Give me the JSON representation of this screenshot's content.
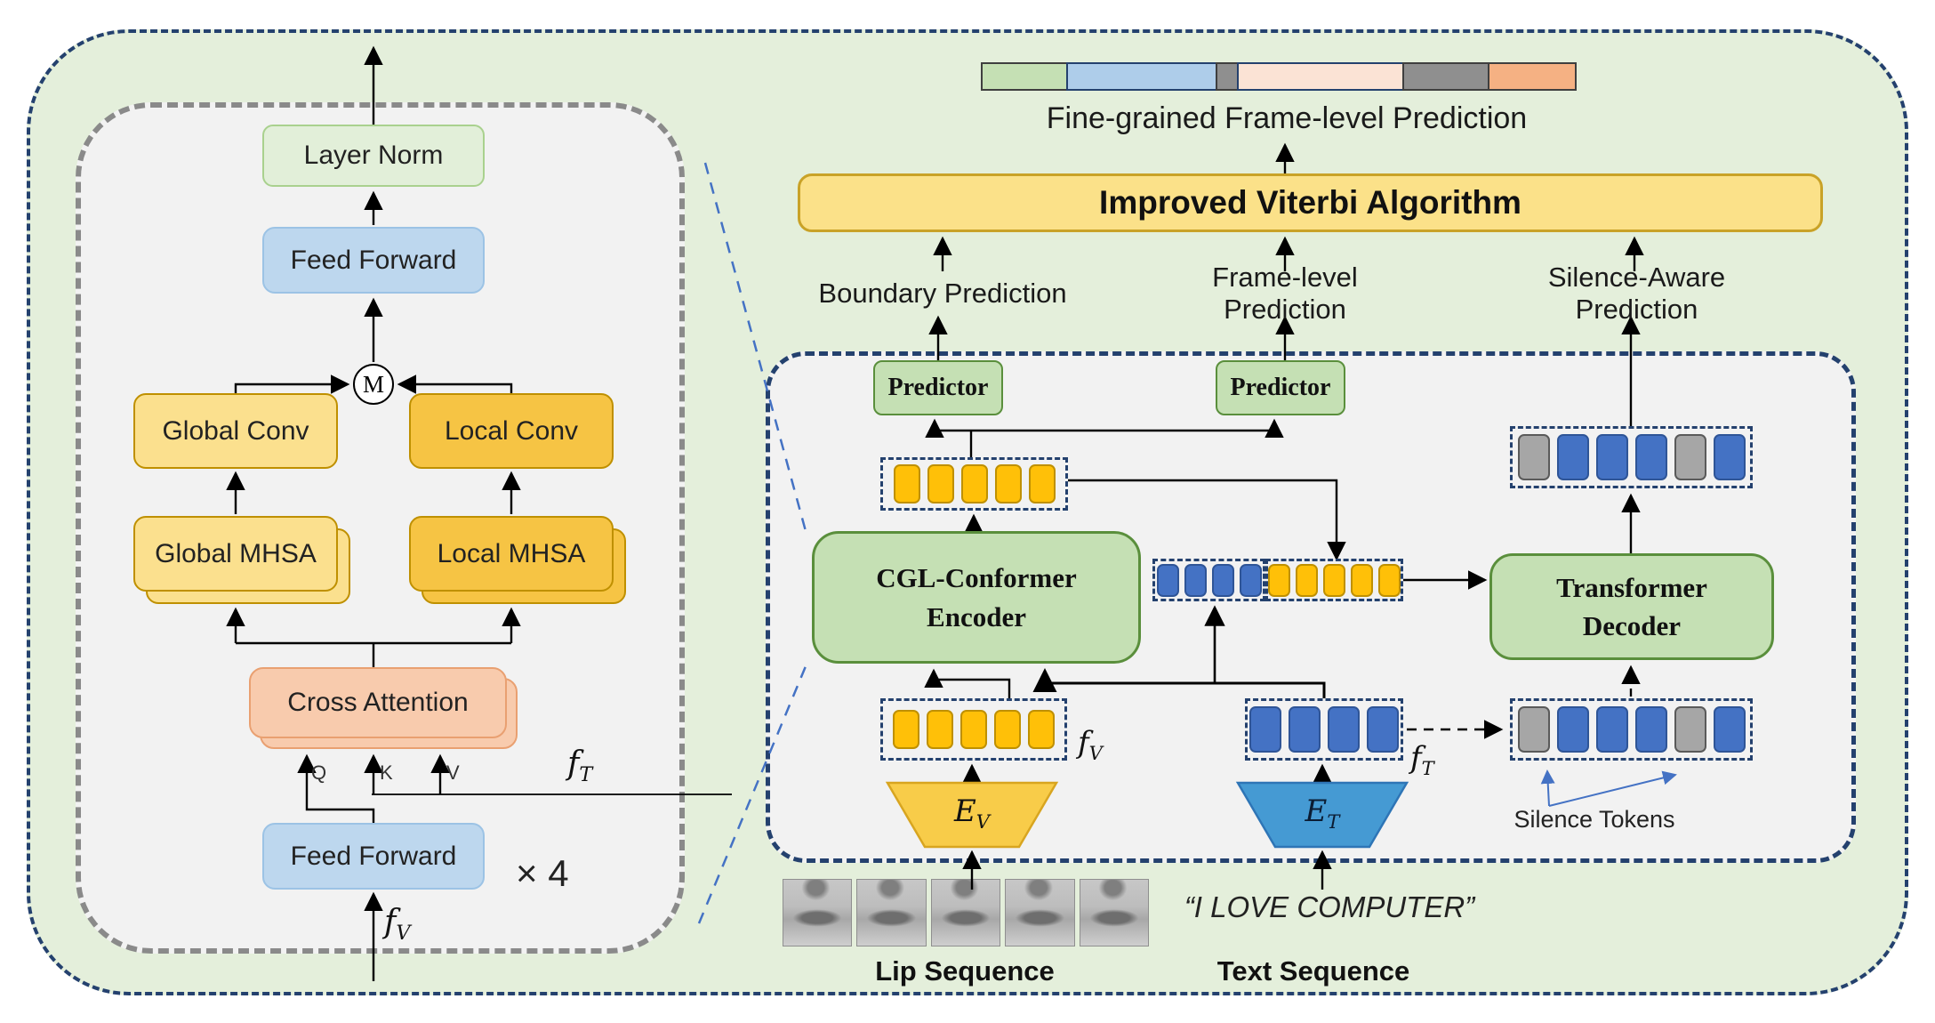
{
  "colors": {
    "outer_bg": "#E4EFDB",
    "navy": "#24416E",
    "panel_bg": "#F2F2F2",
    "panel_border_gray": "#8A8A8A",
    "green_box": "#C5E0B4",
    "green_border": "#5A8F3C",
    "lightgreen_box": "#E2EFD9",
    "blue_box": "#BDD7EE",
    "yellow_light": "#FBE08E",
    "yellow_dark": "#F6C444",
    "yellow_border": "#BF9000",
    "peach_box": "#F8CBAD",
    "viterbi_fill": "#FBE189",
    "viterbi_border": "#C9A227",
    "annot_blue": "#4472C4"
  },
  "token_colors": {
    "orange": {
      "fill": "#FFC008",
      "border": "#BF9000"
    },
    "blue": {
      "fill": "#4472C4",
      "border": "#2F5597"
    },
    "gray": {
      "fill": "#A6A6A6",
      "border": "#5A5A5A"
    }
  },
  "conformer": {
    "layer_norm": "Layer Norm",
    "feed_forward_top": "Feed Forward",
    "merge_symbol": "M",
    "global_conv": "Global Conv",
    "local_conv": "Local Conv",
    "global_mhsa": "Global MHSA",
    "local_mhsa": "Local MHSA",
    "cross_attention": "Cross Attention",
    "feed_forward_bottom": "Feed Forward",
    "q": "Q",
    "k": "K",
    "v": "V",
    "multiplier": "× 4",
    "f_v": {
      "base": "f",
      "sub": "V"
    },
    "f_t": {
      "base": "f",
      "sub": "T"
    }
  },
  "top": {
    "fine_grained_label": "Fine-grained Frame-level Prediction",
    "viterbi_label": "Improved Viterbi Algorithm",
    "bar_segments": [
      {
        "name": "green-segment",
        "color": "#C5E0B4",
        "border": "#3F3F3F",
        "width": 98
      },
      {
        "name": "blue-segment",
        "color": "#AECDEA",
        "border": "#24416E",
        "width": 170
      },
      {
        "name": "gray-segment",
        "color": "#8F8F8F",
        "border": "#3F3F3F",
        "width": 26
      },
      {
        "name": "peach-segment",
        "color": "#FBE3D5",
        "border": "#24416E",
        "width": 188
      },
      {
        "name": "gray-segment",
        "color": "#8F8F8F",
        "border": "#3F3F3F",
        "width": 98
      },
      {
        "name": "orange-segment",
        "color": "#F5B183",
        "border": "#3F3F3F",
        "width": 100
      }
    ]
  },
  "predictions": {
    "boundary": "Boundary Prediction",
    "frame_level": "Frame-level Prediction",
    "silence_aware": "Silence-Aware Prediction"
  },
  "pipeline": {
    "predictor1": "Predictor",
    "predictor2": "Predictor",
    "encoder": "CGL-Conformer\nEncoder",
    "decoder": "Transformer\nDecoder",
    "silence_tokens_label": "Silence Tokens",
    "e_v": {
      "base": "E",
      "sub": "V"
    },
    "e_t": {
      "base": "E",
      "sub": "T"
    },
    "f_v": {
      "base": "f",
      "sub": "V"
    },
    "f_t": {
      "base": "f",
      "sub": "T"
    },
    "lip_sequence_label": "Lip Sequence",
    "text_sequence_label": "Text Sequence",
    "text_input": "“I LOVE COMPUTER”"
  },
  "sequences": {
    "encoder_out": {
      "size": "lg",
      "tokens": [
        "orange",
        "orange",
        "orange",
        "orange",
        "orange"
      ]
    },
    "concat_blue": {
      "size": "sm",
      "tokens": [
        "blue",
        "blue",
        "blue",
        "blue"
      ]
    },
    "concat_orange": {
      "size": "sm",
      "tokens": [
        "orange",
        "orange",
        "orange",
        "orange",
        "orange"
      ]
    },
    "decoder_out": {
      "size": "md",
      "tokens": [
        "gray",
        "blue",
        "blue",
        "blue",
        "gray",
        "blue"
      ]
    },
    "f_v_seq": {
      "size": "lg",
      "tokens": [
        "orange",
        "orange",
        "orange",
        "orange",
        "orange"
      ]
    },
    "f_t_seq": {
      "size": "md",
      "tokens": [
        "blue",
        "blue",
        "blue",
        "blue"
      ]
    },
    "decoder_in": {
      "size": "md",
      "tokens": [
        "gray",
        "blue",
        "blue",
        "blue",
        "gray",
        "blue"
      ]
    }
  },
  "lip_frames": [
    1,
    2,
    3,
    4,
    5
  ]
}
